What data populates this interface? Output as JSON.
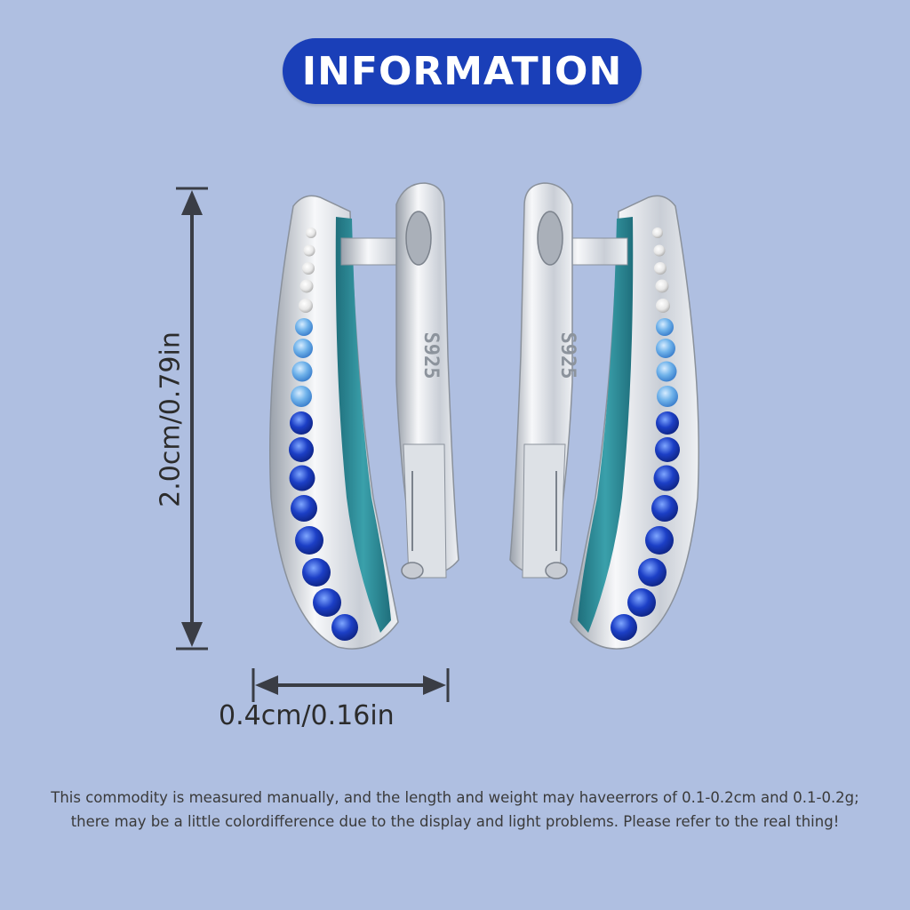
{
  "header": {
    "title": "INFORMATION"
  },
  "dimensions": {
    "height_label": "2.0cm/0.79in",
    "width_label": "0.4cm/0.16in"
  },
  "product": {
    "stamp": "S925",
    "colors": {
      "silver": "#e8eaee",
      "enamel": "#2f8f9b",
      "stone_dark": "#1c3fc6",
      "stone_light": "#6fb2ea",
      "stone_clear": "#f4f4f4"
    }
  },
  "note": {
    "line1": "This commodity is measured manually, and the length and weight may haveerrors of 0.1-0.2cm and 0.1-0.2g;",
    "line2": "there may be a little colordifference due to the display and light problems. Please refer to the real thing!"
  }
}
